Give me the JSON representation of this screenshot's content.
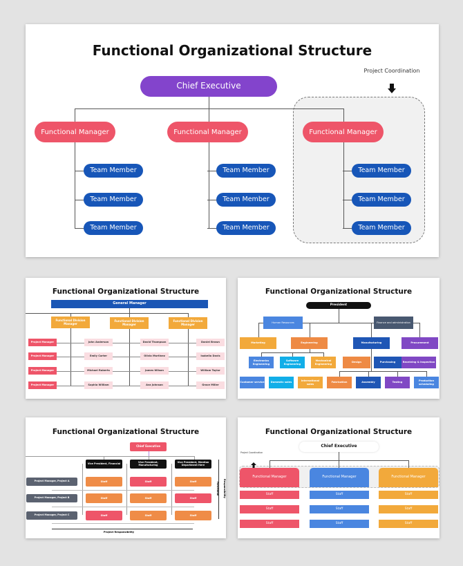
{
  "main": {
    "title": "Functional Organizational Structure",
    "chief": "Chief Executive",
    "managers": [
      "Functional Manager",
      "Functional Manager",
      "Functional Manager"
    ],
    "member_label": "Team Member",
    "project_coordination": "Project Coordination",
    "colors": {
      "chief": "#8344cc",
      "manager": "#ee5569",
      "member": "#1756b8",
      "highlight": "#f1f1f1"
    }
  },
  "thumb_a": {
    "title": "Functional Organizational Structure",
    "general_manager": "General Manager",
    "division_managers": [
      "Functional Division Manager",
      "Functional Division Manager",
      "Functional Division Manager"
    ],
    "project_managers": [
      "Project Manager",
      "Project Manager",
      "Project Manager",
      "Project Manager"
    ],
    "names": [
      [
        "John Anderson",
        "Emily Carter",
        "Michael Roberts",
        "Sophia William"
      ],
      [
        "David Thompson",
        "Olivia Martinez",
        "James Wilson",
        "Ava Johnson"
      ],
      [
        "Daniel Brown",
        "Isabella Davis",
        "William Taylor",
        "Grace Miller"
      ]
    ]
  },
  "thumb_b": {
    "title": "Functional Organizational Structure",
    "president": "President",
    "level1": [
      "Human Resources",
      "Finance and administration"
    ],
    "level2": [
      "Marketing",
      "Engineering",
      "Manufacturing",
      "Procurement"
    ],
    "level3": [
      "Electronics Engineering",
      "Software Engineering",
      "Mechanical Engineering",
      "Design",
      "Purchasing",
      "Receiving & Inspection"
    ],
    "level4": [
      "Customer service",
      "Domestic sales",
      "International sales",
      "Fabrication",
      "Assembly",
      "Testing",
      "Production scheduling"
    ]
  },
  "thumb_c": {
    "title": "Functional Organizational Structure",
    "chief": "Chief Executive",
    "vps": [
      "Vice President, Financial",
      "Vice President, Manufacturing",
      "Vice President, Mention Department Here"
    ],
    "project_managers": [
      "Project Manager, Project A",
      "Project Manager, Project B",
      "Project Manager, Project C"
    ],
    "staff_label": "Staff",
    "functional": "Functional",
    "responsibility": "Responsibility",
    "project_responsibility": "Project Responsibility"
  },
  "thumb_d": {
    "title": "Functional Organizational Structure",
    "chief": "Chief Executive",
    "project_coordination": "Project Coordination",
    "managers": [
      "Functional Manager",
      "Functional Manager",
      "Functional Manager"
    ],
    "staff_label": "Staff"
  }
}
